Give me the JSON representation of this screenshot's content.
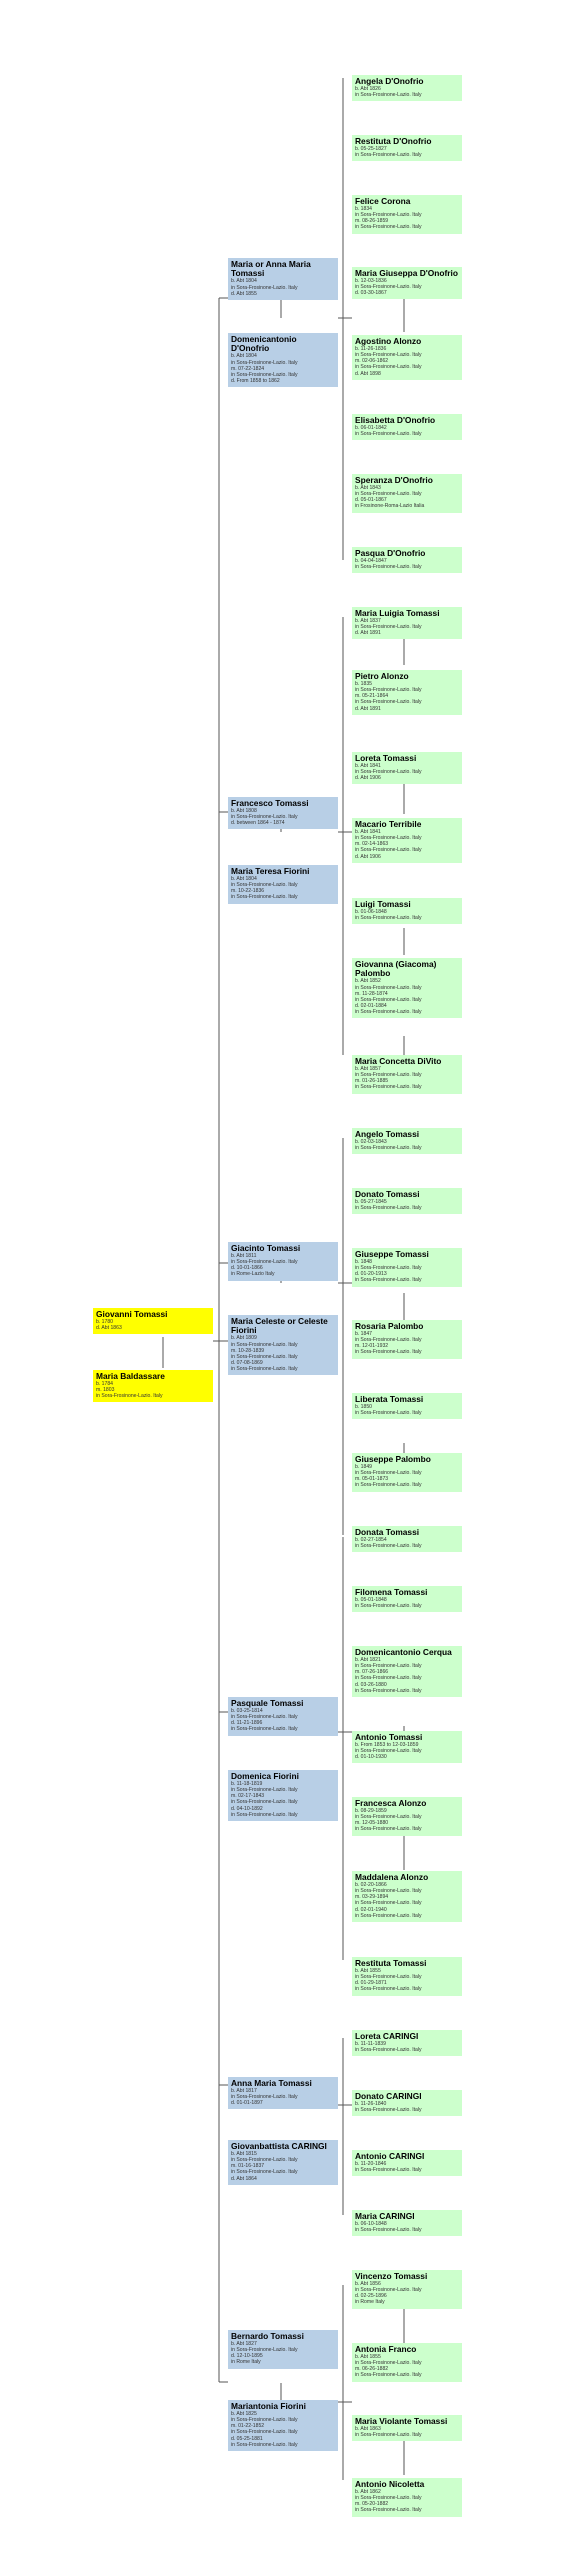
{
  "colors": {
    "gen1": "#ffff00",
    "gen2": "#b8cfe6",
    "gen3": "#ccffcc",
    "line": "#555555"
  },
  "people": [
    {
      "id": "g3a1",
      "gen": 3,
      "name": "Angela D'Onofrio",
      "details": [
        "b. Abt 1826",
        "in Sora-Frosinone-Lazio. Italy"
      ]
    },
    {
      "id": "g3a2",
      "gen": 3,
      "name": "Restituta D'Onofrio",
      "details": [
        "b. 05-25-1827",
        "in Sora-Frosinone-Lazio. Italy"
      ]
    },
    {
      "id": "g3a3",
      "gen": 3,
      "name": "Felice Corona",
      "details": [
        "b. 1834",
        "in Sora-Frosinone-Lazio. Italy",
        "m. 08-26-1859",
        "in Sora-Frosinone-Lazio. Italy"
      ]
    },
    {
      "id": "g3a4",
      "gen": 3,
      "name": "Maria Giuseppa D'Onofrio",
      "details": [
        "b. 12-03-1836",
        "in Sora-Frosinone-Lazio. Italy",
        "d. 03-30-1867"
      ]
    },
    {
      "id": "g3a5",
      "gen": 3,
      "name": "Agostino Alonzo",
      "details": [
        "b. 11-26-1836",
        "in Sora-Frosinone-Lazio. Italy",
        "m. 02-06-1862",
        "in Sora-Frosinone-Lazio. Italy",
        "d. Abt 1898"
      ]
    },
    {
      "id": "g3a6",
      "gen": 3,
      "name": "Elisabetta D'Onofrio",
      "details": [
        "b. 06-01-1842",
        "in Sora-Frosinone-Lazio. Italy"
      ]
    },
    {
      "id": "g3a7",
      "gen": 3,
      "name": "Speranza D'Onofrio",
      "details": [
        "b. Abt 1843",
        "in Sora-Frosinone-Lazio. Italy",
        "d. 05-01-1867",
        "in Frosinone-Roma-Lazio Italia"
      ]
    },
    {
      "id": "g3a8",
      "gen": 3,
      "name": "Pasqua D'Onofrio",
      "details": [
        "b. 04-04-1847",
        "in Sora-Frosinone-Lazio. Italy"
      ]
    },
    {
      "id": "g3b1",
      "gen": 3,
      "name": "Maria Luigia Tomassi",
      "details": [
        "b. Abt 1837",
        "in Sora-Frosinone-Lazio. Italy",
        "d. Abt 1891"
      ]
    },
    {
      "id": "g3b2",
      "gen": 3,
      "name": "Pietro Alonzo",
      "details": [
        "b. 1835",
        "in Sora-Frosinone-Lazio. Italy",
        "m. 05-21-1864",
        "in Sora-Frosinone-Lazio. Italy",
        "d. Abt 1891"
      ]
    },
    {
      "id": "g3b3",
      "gen": 3,
      "name": "Loreta Tomassi",
      "details": [
        "b. Abt 1841",
        "in Sora-Frosinone-Lazio. Italy",
        "d. Abt 1906"
      ]
    },
    {
      "id": "g3b4",
      "gen": 3,
      "name": "Macario Terribile",
      "details": [
        "b. Abt 1841",
        "in Sora-Frosinone-Lazio. Italy",
        "m. 02-14-1863",
        "in Sora-Frosinone-Lazio. Italy",
        "d. Abt 1906"
      ]
    },
    {
      "id": "g3b5",
      "gen": 3,
      "name": "Luigi Tomassi",
      "details": [
        "b. 01-06-1848",
        "in Sora-Frosinone-Lazio. Italy"
      ]
    },
    {
      "id": "g3b6",
      "gen": 3,
      "name": "Giovanna (Giacoma) Palombo",
      "details": [
        "b. Abt 1852",
        "in Sora-Frosinone-Lazio. Italy",
        "m. 11-28-1874",
        "in Sora-Frosinone-Lazio. Italy",
        "d. 02-01-1884",
        "in Sora-Frosinone-Lazio. Italy"
      ]
    },
    {
      "id": "g3b7",
      "gen": 3,
      "name": "Maria Concetta DiVito",
      "details": [
        "b. Abt 1857",
        "in Sora-Frosinone-Lazio. Italy",
        "m. 01-26-1885",
        "in Sora-Frosinone-Lazio. Italy"
      ]
    },
    {
      "id": "g3c1",
      "gen": 3,
      "name": "Angelo Tomassi",
      "details": [
        "b. 02-03-1843",
        "in Sora-Frosinone-Lazio. Italy"
      ]
    },
    {
      "id": "g3c2",
      "gen": 3,
      "name": "Donato Tomassi",
      "details": [
        "b. 05-27-1845",
        "in Sora-Frosinone-Lazio. Italy"
      ]
    },
    {
      "id": "g3c3",
      "gen": 3,
      "name": "Giuseppe Tomassi",
      "details": [
        "b. 1848",
        "in Sora-Frosinone-Lazio. Italy",
        "d. 01-20-1913",
        "in Sora-Frosinone-Lazio. Italy"
      ]
    },
    {
      "id": "g3c4",
      "gen": 3,
      "name": "Rosaria Palombo",
      "details": [
        "b. 1847",
        "in Sora-Frosinone-Lazio. Italy",
        "m. 12-01-1932",
        "in Sora-Frosinone-Lazio. Italy"
      ]
    },
    {
      "id": "g3c5",
      "gen": 3,
      "name": "Liberata Tomassi",
      "details": [
        "b. 1850",
        "in Sora-Frosinone-Lazio. Italy"
      ]
    },
    {
      "id": "g3c6",
      "gen": 3,
      "name": "Giuseppe Palombo",
      "details": [
        "b. 1849",
        "in Sora-Frosinone-Lazio. Italy",
        "m. 05-01-1873",
        "in Sora-Frosinone-Lazio. Italy"
      ]
    },
    {
      "id": "g3c7",
      "gen": 3,
      "name": "Donata Tomassi",
      "details": [
        "b. 02-27-1854",
        "in Sora-Frosinone-Lazio. Italy"
      ]
    },
    {
      "id": "g3c8",
      "gen": 3,
      "name": "Filomena Tomassi",
      "details": [
        "b. 05-01-1848",
        "in Sora-Frosinone-Lazio. Italy"
      ]
    },
    {
      "id": "g3d1",
      "gen": 3,
      "name": "Domenicantonio Cerqua",
      "details": [
        "b. Abt 1821",
        "in Sora-Frosinone-Lazio. Italy",
        "m. 07-26-1866",
        "in Sora-Frosinone-Lazio. Italy",
        "d. 03-26-1880",
        "in Sora-Frosinone-Lazio. Italy"
      ]
    },
    {
      "id": "g3d2",
      "gen": 3,
      "name": "Antonio Tomassi",
      "details": [
        "b. From 1853 to 12-03-1859",
        "in Sora-Frosinone-Lazio. Italy",
        "d. 01-10-1930"
      ]
    },
    {
      "id": "g3d3",
      "gen": 3,
      "name": "Francesca Alonzo",
      "details": [
        "b. 08-29-1859",
        "in Sora-Frosinone-Lazio. Italy",
        "m. 12-05-1880",
        "in Sora-Frosinone-Lazio. Italy"
      ]
    },
    {
      "id": "g3d4",
      "gen": 3,
      "name": "Maddalena Alonzo",
      "details": [
        "b. 02-20-1866",
        "in Sora-Frosinone-Lazio. Italy",
        "m. 03-29-1894",
        "in Sora-Frosinone-Lazio. Italy",
        "d. 02-01-1940",
        "in Sora-Frosinone-Lazio. Italy"
      ]
    },
    {
      "id": "g3d5",
      "gen": 3,
      "name": "Restituta Tomassi",
      "details": [
        "b. Abt 1855",
        "in Sora-Frosinone-Lazio. Italy",
        "d. 01-29-1871",
        "in Sora-Frosinone-Lazio. Italy"
      ]
    },
    {
      "id": "g3e1",
      "gen": 3,
      "name": "Loreta CARINGI",
      "details": [
        "b. 11-11-1839",
        "in Sora-Frosinone-Lazio. Italy"
      ]
    },
    {
      "id": "g3e2",
      "gen": 3,
      "name": "Donato CARINGI",
      "details": [
        "b. 11-26-1840",
        "in Sora-Frosinone-Lazio. Italy"
      ]
    },
    {
      "id": "g3e3",
      "gen": 3,
      "name": "Antonio CARINGI",
      "details": [
        "b. 11-20-1846",
        "in Sora-Frosinone-Lazio. Italy"
      ]
    },
    {
      "id": "g3e4",
      "gen": 3,
      "name": "Maria CARINGI",
      "details": [
        "b. 06-10-1848",
        "in Sora-Frosinone-Lazio. Italy"
      ]
    },
    {
      "id": "g3f1",
      "gen": 3,
      "name": "Vincenzo Tomassi",
      "details": [
        "b. Abt 1856",
        "in Sora-Frosinone-Lazio. Italy",
        "d. 02-25-1896",
        "in Rome Italy"
      ]
    },
    {
      "id": "g3f2",
      "gen": 3,
      "name": "Antonia Franco",
      "details": [
        "b. Abt 1855",
        "in Sora-Frosinone-Lazio. Italy",
        "m. 06-26-1882",
        "in Sora-Frosinone-Lazio. Italy"
      ]
    },
    {
      "id": "g3f3",
      "gen": 3,
      "name": "Maria Violante Tomassi",
      "details": [
        "b. Abt 1863",
        "in Sora-Frosinone-Lazio. Italy"
      ]
    },
    {
      "id": "g3f4",
      "gen": 3,
      "name": "Antonio Nicoletta",
      "details": [
        "b. Abt 1862",
        "in Sora-Frosinone-Lazio. Italy",
        "m. 05-20-1882",
        "in Sora-Frosinone-Lazio. Italy"
      ]
    },
    {
      "id": "g2a",
      "gen": 2,
      "name": "Maria or Anna Maria Tomassi",
      "details": [
        "b. Abt 1804",
        "in Sora-Frosinone-Lazio. Italy",
        "d. Abt 1855"
      ]
    },
    {
      "id": "g2b",
      "gen": 2,
      "name": "Domenicantonio D'Onofrio",
      "details": [
        "b. Abt 1804",
        "in Sora-Frosinone-Lazio. Italy",
        "m. 07-22-1824",
        "in Sora-Frosinone-Lazio. Italy",
        "d. From 1858 to 1862"
      ]
    },
    {
      "id": "g2c",
      "gen": 2,
      "name": "Francesco Tomassi",
      "details": [
        "b. Abt 1808",
        "in Sora-Frosinone-Lazio. Italy",
        "d. between 1864 - 1874"
      ]
    },
    {
      "id": "g2d",
      "gen": 2,
      "name": "Maria Teresa Fiorini",
      "details": [
        "b. Abt 1804",
        "in Sora-Frosinone-Lazio. Italy",
        "m. 10-22-1836",
        "in Sora-Frosinone-Lazio. Italy"
      ]
    },
    {
      "id": "g2e",
      "gen": 2,
      "name": "Giacinto Tomassi",
      "details": [
        "b. Abt 1811",
        "in Sora-Frosinone-Lazio. Italy",
        "d. 10-01-1866",
        "in Rome-Lazio Italy"
      ]
    },
    {
      "id": "g2f",
      "gen": 2,
      "name": "Maria Celeste or Celeste Fiorini",
      "details": [
        "b. Abt 1809",
        "in Sora-Frosinone-Lazio. Italy",
        "m. 10-28-1839",
        "in Sora-Frosinone-Lazio. Italy",
        "d. 07-08-1869",
        "in Sora-Frosinone-Lazio. Italy"
      ]
    },
    {
      "id": "g2g",
      "gen": 2,
      "name": "Pasquale Tomassi",
      "details": [
        "b. 03-25-1814",
        "in Sora-Frosinone-Lazio. Italy",
        "d. 11-21-1896",
        "in Sora-Frosinone-Lazio. Italy"
      ]
    },
    {
      "id": "g2h",
      "gen": 2,
      "name": "Domenica Fiorini",
      "details": [
        "b. 11-18-1819",
        "in Sora-Frosinone-Lazio. Italy",
        "m. 02-17-1843",
        "in Sora-Frosinone-Lazio. Italy",
        "d. 04-10-1892",
        "in Sora-Frosinone-Lazio. Italy"
      ]
    },
    {
      "id": "g2i",
      "gen": 2,
      "name": "Anna Maria Tomassi",
      "details": [
        "b. Abt 1817",
        "in Sora-Frosinone-Lazio. Italy",
        "d. 01-01-1897"
      ]
    },
    {
      "id": "g2j",
      "gen": 2,
      "name": "Giovanbattista CARINGI",
      "details": [
        "b. Abt 1815",
        "in Sora-Frosinone-Lazio. Italy",
        "m. 01-16-1837",
        "in Sora-Frosinone-Lazio. Italy",
        "d. Abt 1864"
      ]
    },
    {
      "id": "g2k",
      "gen": 2,
      "name": "Bernardo Tomassi",
      "details": [
        "b. Abt 1827",
        "in Sora-Frosinone-Lazio. Italy",
        "d. 12-10-1895",
        "in Rome Italy"
      ]
    },
    {
      "id": "g2l",
      "gen": 2,
      "name": "Mariantonia Fiorini",
      "details": [
        "b. Abt 1825",
        "in Sora-Frosinone-Lazio. Italy",
        "m. 01-22-1852",
        "in Sora-Frosinone-Lazio. Italy",
        "d. 05-25-1881",
        "in Sora-Frosinone-Lazio. Italy"
      ]
    },
    {
      "id": "g1a",
      "gen": 1,
      "name": "Giovanni Tomassi",
      "details": [
        "b. 1780",
        "d. Abt 1863"
      ]
    },
    {
      "id": "g1b",
      "gen": 1,
      "name": "Maria Baldassare",
      "details": [
        "b. 1784",
        "m. 1803",
        "in Sora-Frosinone-Lazio. Italy"
      ]
    }
  ]
}
